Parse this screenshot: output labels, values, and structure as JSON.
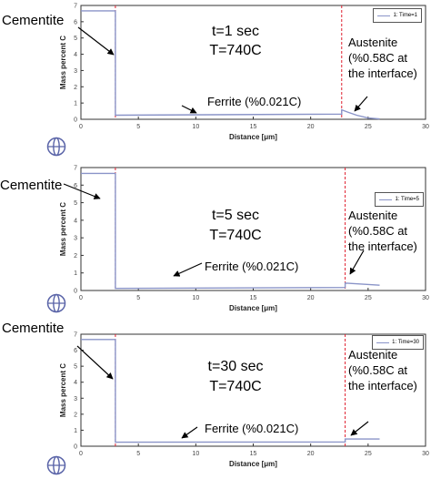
{
  "colors": {
    "profile": "#8a94c8",
    "interface": "#e01f2e",
    "axis": "#333333"
  },
  "logo_icon": "circle-cross-logo-icon",
  "chart_data": [
    {
      "type": "line",
      "xlabel": "Distance [μm]",
      "ylabel": "Mass percent C",
      "xlim": [
        0,
        30
      ],
      "ylim": [
        0,
        7
      ],
      "xticks": [
        "0",
        "5",
        "10",
        "15",
        "20",
        "25",
        "30"
      ],
      "yticks": [
        "0",
        "1",
        "2",
        "3",
        "4",
        "5",
        "6",
        "7"
      ],
      "interfaces_x": [
        3,
        22.7
      ],
      "legend_position": "top-right",
      "series": [
        {
          "name": "1:  Time=1",
          "x": [
            0,
            3,
            3,
            22.7,
            22.7,
            23.2,
            24,
            25,
            26
          ],
          "y": [
            6.67,
            6.67,
            0.25,
            0.32,
            0.58,
            0.45,
            0.25,
            0.08,
            0.02
          ]
        }
      ],
      "legend": [
        "1:  Time=1"
      ],
      "annotations": {
        "cementite": "Cementite",
        "time": "t=1 sec",
        "temperature": "T=740C",
        "ferrite": "Ferrite (%0.021C)",
        "austenite": [
          "Austenite",
          "(%0.58C at",
          "the interface)"
        ]
      }
    },
    {
      "type": "line",
      "xlabel": "Distance [μm]",
      "ylabel": "Mass percent C",
      "xlim": [
        0,
        30
      ],
      "ylim": [
        0,
        7
      ],
      "xticks": [
        "0",
        "5",
        "10",
        "15",
        "20",
        "25",
        "30"
      ],
      "yticks": [
        "0",
        "1",
        "2",
        "3",
        "4",
        "5",
        "6",
        "7"
      ],
      "interfaces_x": [
        3,
        23
      ],
      "legend_position": "top-right",
      "series": [
        {
          "name": "1:  Time=5",
          "x": [
            0,
            3,
            3,
            23,
            23,
            26
          ],
          "y": [
            6.67,
            6.67,
            0.12,
            0.17,
            0.42,
            0.3
          ]
        }
      ],
      "legend": [
        "1:  Time=5"
      ],
      "annotations": {
        "cementite": "Cementite",
        "time": "t=5 sec",
        "temperature": "T=740C",
        "ferrite": "Ferrite (%0.021C)",
        "austenite": [
          "Austenite",
          "(%0.58C at",
          "the interface)"
        ]
      }
    },
    {
      "type": "line",
      "xlabel": "Distance [μm]",
      "ylabel": "Mass percent C",
      "xlim": [
        0,
        30
      ],
      "ylim": [
        0,
        7
      ],
      "xticks": [
        "0",
        "5",
        "10",
        "15",
        "20",
        "25",
        "30"
      ],
      "yticks": [
        "0",
        "1",
        "2",
        "3",
        "4",
        "5",
        "6",
        "7"
      ],
      "interfaces_x": [
        3,
        23
      ],
      "legend_position": "top-right",
      "series": [
        {
          "name": "1:  Time=30",
          "x": [
            0,
            3,
            3,
            23,
            23,
            26
          ],
          "y": [
            6.67,
            6.67,
            0.25,
            0.27,
            0.45,
            0.45
          ]
        }
      ],
      "legend": [
        "1:  Time=30"
      ],
      "annotations": {
        "cementite": "Cementite",
        "time": "t=30 sec",
        "temperature": "T=740C",
        "ferrite": "Ferrite (%0.021C)",
        "austenite": [
          "Austenite",
          "(%0.58C at",
          "the interface)"
        ]
      }
    }
  ]
}
